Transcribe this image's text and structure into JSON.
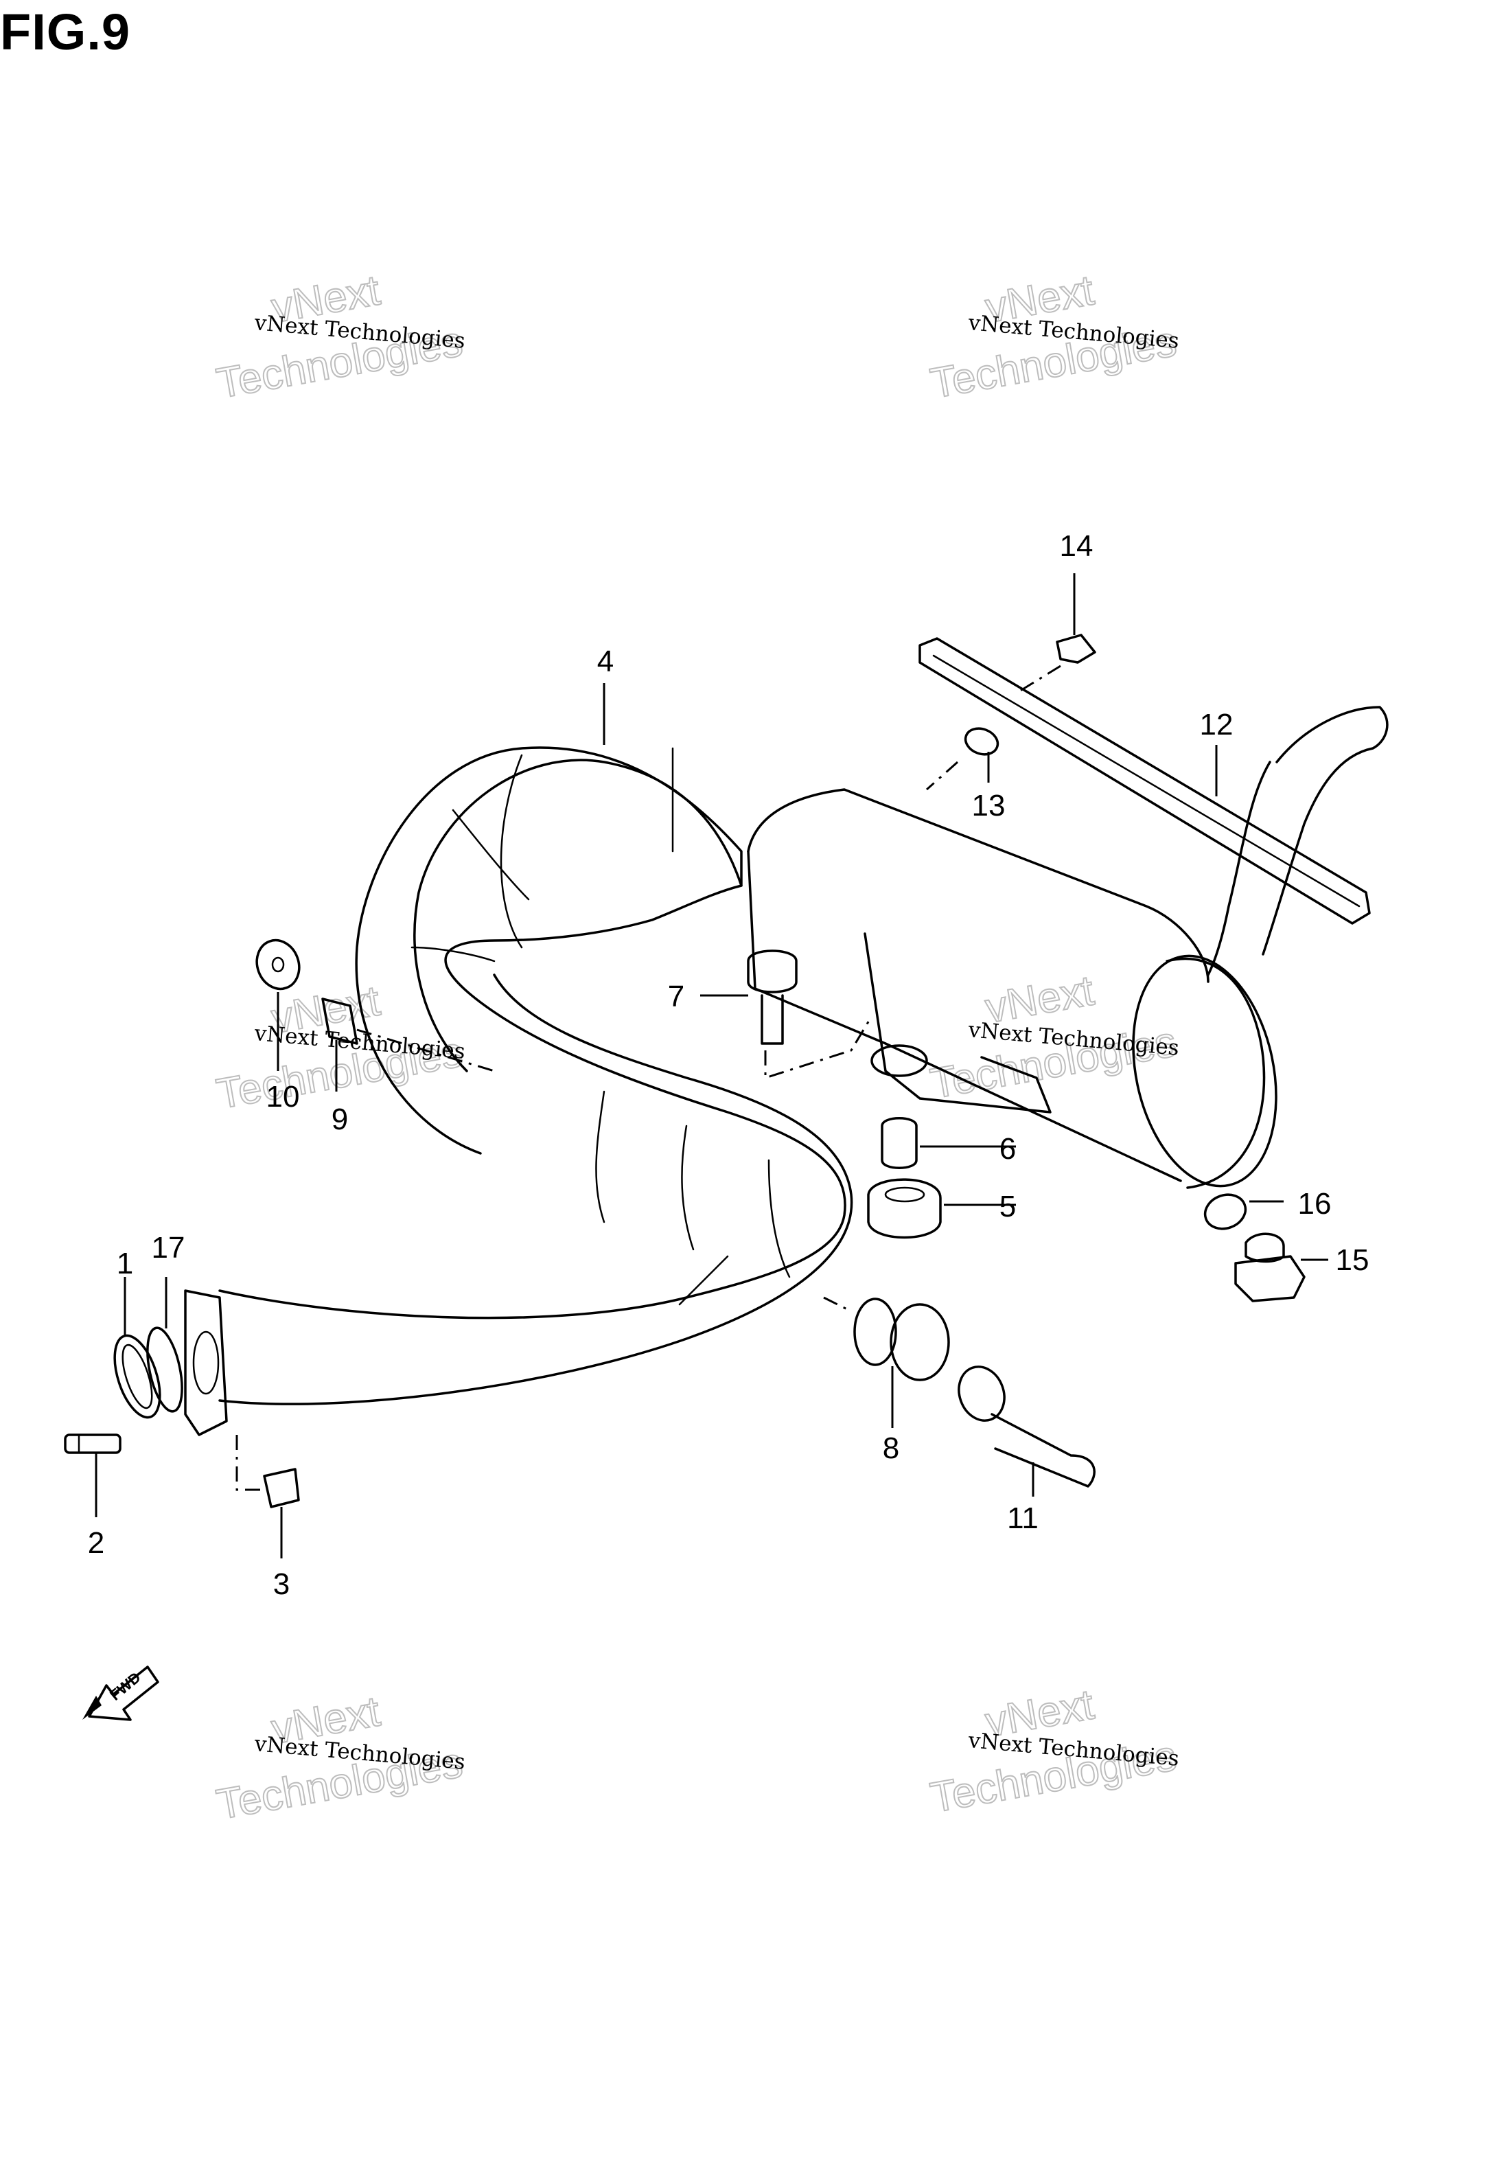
{
  "figure": {
    "title": "FIG.9",
    "fwd_label": "FWD",
    "watermark": {
      "line1": "vNext Technologies",
      "line2_a": "vNext",
      "line2_b": "Technologies"
    },
    "callouts": [
      {
        "id": "1",
        "label": "1"
      },
      {
        "id": "2",
        "label": "2"
      },
      {
        "id": "3",
        "label": "3"
      },
      {
        "id": "4",
        "label": "4"
      },
      {
        "id": "5",
        "label": "5"
      },
      {
        "id": "6",
        "label": "6"
      },
      {
        "id": "7",
        "label": "7"
      },
      {
        "id": "8",
        "label": "8"
      },
      {
        "id": "9",
        "label": "9"
      },
      {
        "id": "10",
        "label": "10"
      },
      {
        "id": "11",
        "label": "11"
      },
      {
        "id": "12",
        "label": "12"
      },
      {
        "id": "13",
        "label": "13"
      },
      {
        "id": "14",
        "label": "14"
      },
      {
        "id": "15",
        "label": "15"
      },
      {
        "id": "16",
        "label": "16"
      },
      {
        "id": "17",
        "label": "17"
      }
    ]
  }
}
